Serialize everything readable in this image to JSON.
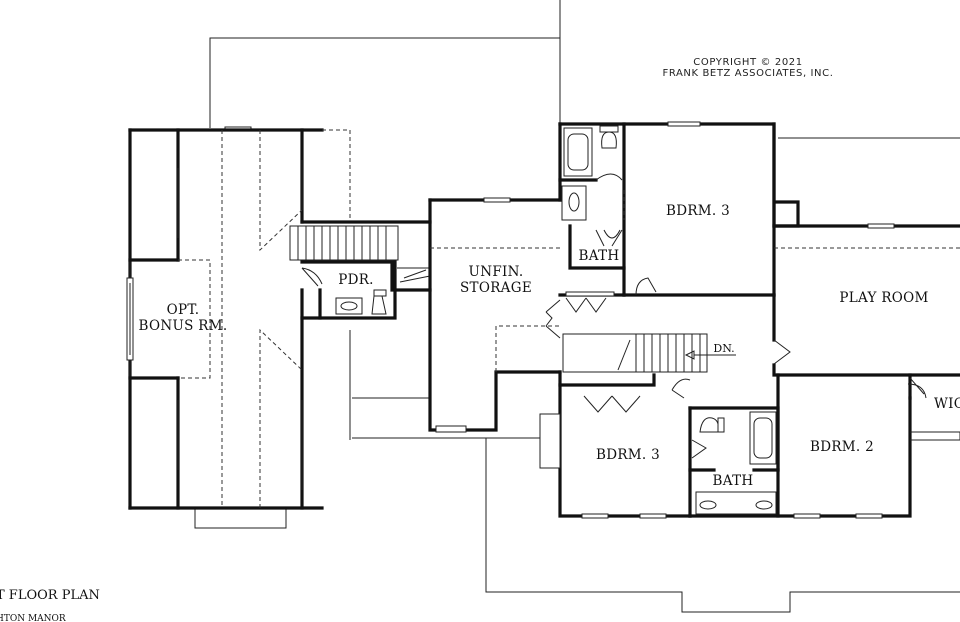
{
  "copyright": {
    "line1": "COPYRIGHT  ©  2021",
    "line2": "FRANK BETZ ASSOCIATES, INC."
  },
  "rooms": {
    "bonus_line1": "OPT.",
    "bonus_line2": "BONUS RM.",
    "powder": "PDR.",
    "storage_line1": "UNFIN.",
    "storage_line2": "STORAGE",
    "bedroom3_upper": "BDRM. 3",
    "bath_upper": "BATH",
    "play_room": "PLAY ROOM",
    "bedroom3_lower": "BDRM. 3",
    "bath_lower": "BATH",
    "bedroom2": "BDRM. 2",
    "wic": "WIC",
    "stair_down": "DN."
  },
  "footer": {
    "plan_title": "T FLOOR PLAN",
    "plan_subtitle": "HTON MANOR"
  }
}
